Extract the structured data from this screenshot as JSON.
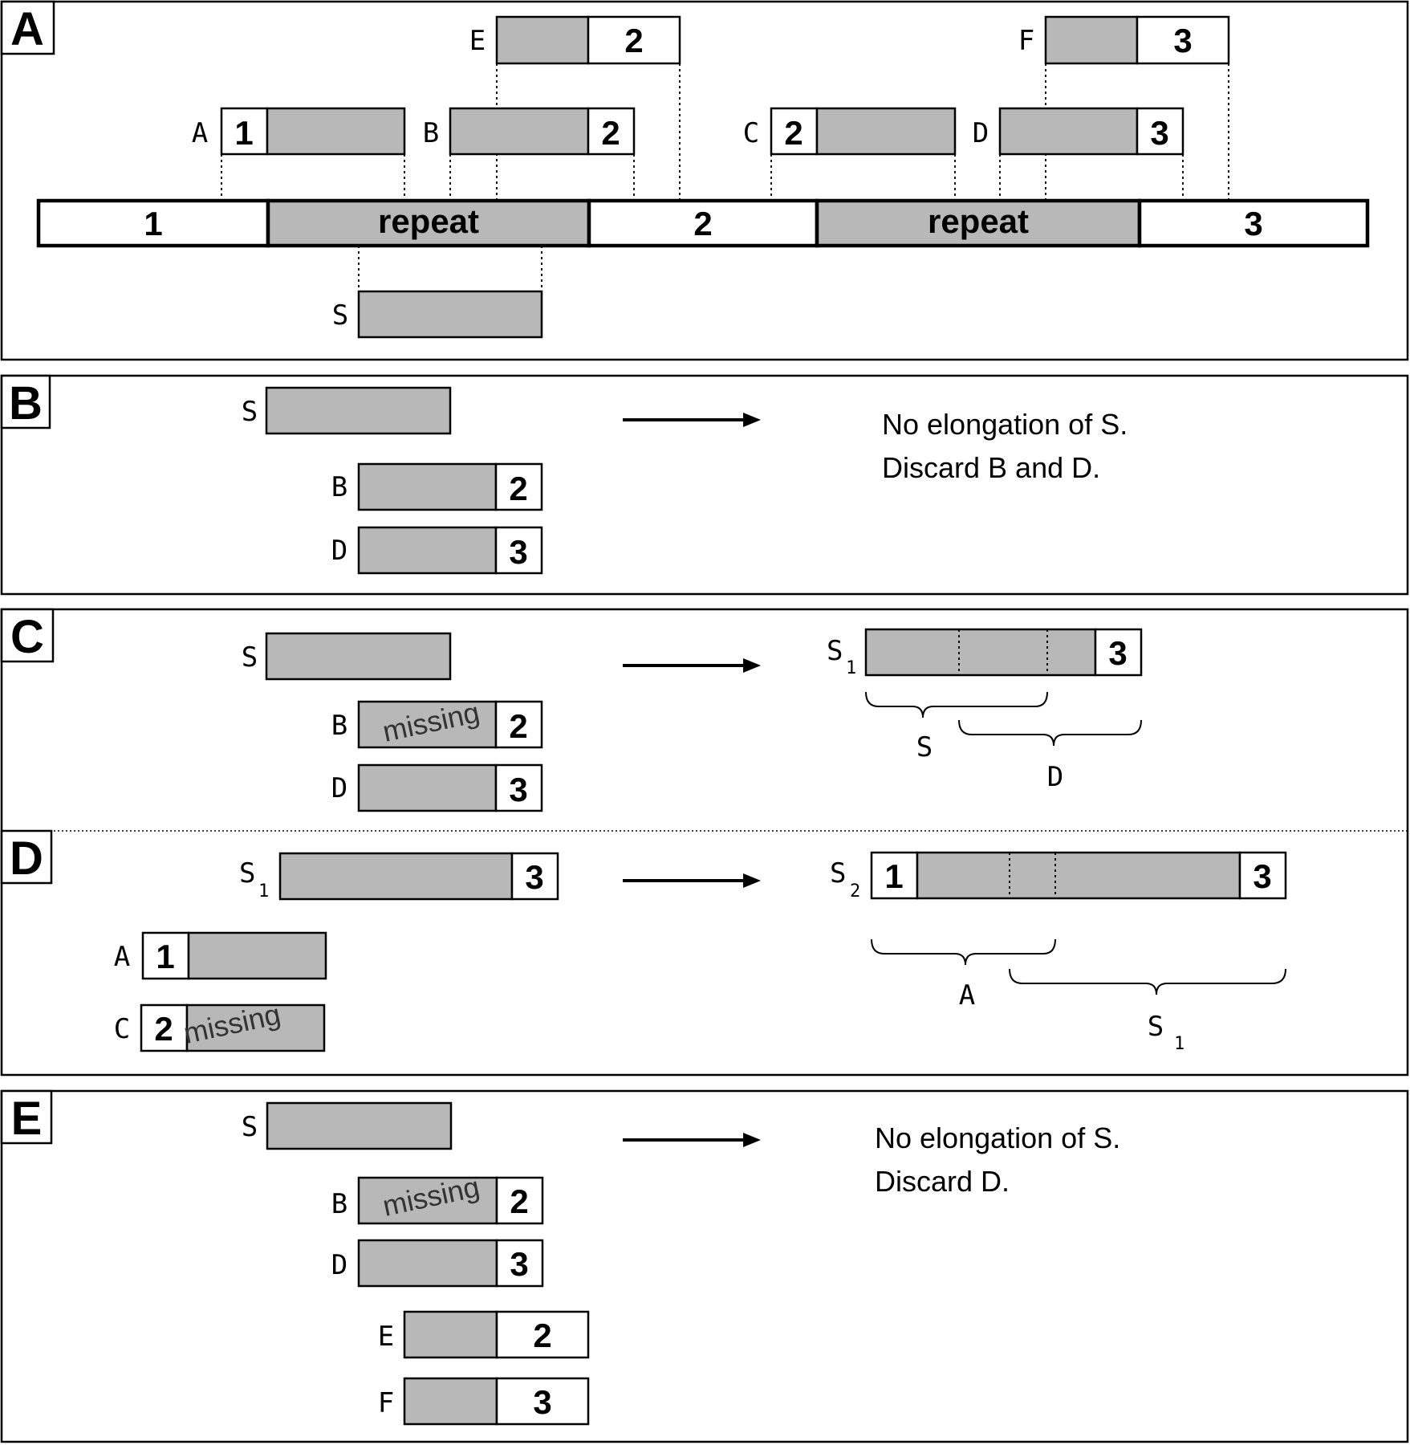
{
  "panels": [
    {
      "id": "A",
      "tag": "A"
    },
    {
      "id": "B",
      "tag": "B"
    },
    {
      "id": "C",
      "tag": "C"
    },
    {
      "id": "D",
      "tag": "D"
    },
    {
      "id": "E",
      "tag": "E"
    }
  ],
  "reference": [
    {
      "kind": "unique",
      "label": "1"
    },
    {
      "kind": "repeat",
      "label": "repeat"
    },
    {
      "kind": "unique",
      "label": "2"
    },
    {
      "kind": "repeat",
      "label": "repeat"
    },
    {
      "kind": "unique",
      "label": "3"
    }
  ],
  "reads": {
    "A": {
      "label": "A",
      "marker": "1",
      "marker_side": "left"
    },
    "B": {
      "label": "B",
      "marker": "2",
      "marker_side": "right"
    },
    "C": {
      "label": "C",
      "marker": "2",
      "marker_side": "left"
    },
    "D": {
      "label": "D",
      "marker": "3",
      "marker_side": "right"
    },
    "E": {
      "label": "E",
      "marker": "2",
      "marker_side": "right"
    },
    "F": {
      "label": "F",
      "marker": "3",
      "marker_side": "right"
    },
    "S": {
      "label": "S"
    }
  },
  "contigs": {
    "S1": {
      "label": "S",
      "sub": "1",
      "marker": "3"
    },
    "S2": {
      "label": "S",
      "sub": "2",
      "left_marker": "1",
      "right_marker": "3"
    }
  },
  "missing_text": "missing",
  "notes": {
    "B": {
      "line1": "No elongation of S.",
      "line2": "Discard B and D."
    },
    "E": {
      "line1": "No elongation of S.",
      "line2": "Discard D."
    }
  },
  "braces": {
    "C": [
      {
        "label": "S"
      },
      {
        "label": "D"
      }
    ],
    "D": [
      {
        "label": "A"
      },
      {
        "label": "S",
        "sub": "1"
      }
    ]
  }
}
